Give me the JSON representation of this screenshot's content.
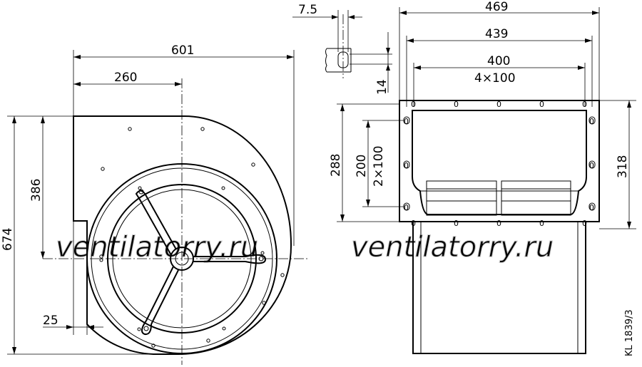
{
  "front_view": {
    "dims": {
      "overall_width": "601",
      "axis_offset": "260",
      "overall_height": "674",
      "axis_height": "386",
      "flange": "25"
    }
  },
  "detail": {
    "dims": {
      "slot_width": "7.5",
      "slot_height": "14"
    }
  },
  "side_view": {
    "dims": {
      "width_outer": "469",
      "width_holes": "439",
      "width_inner": "400",
      "hole_pitch_h": "4×100",
      "height_inner": "288",
      "height_holes": "200",
      "hole_pitch_v": "2×100",
      "height_outer": "318"
    },
    "hole_marks": [
      "0",
      "0",
      "0",
      "0",
      "0",
      "0",
      "0",
      "0",
      "0",
      "0",
      "0",
      "0",
      "0",
      "0",
      "0",
      "0"
    ]
  },
  "watermark": "ventilatorry.ru",
  "drawing_code": "KL 1839/3"
}
